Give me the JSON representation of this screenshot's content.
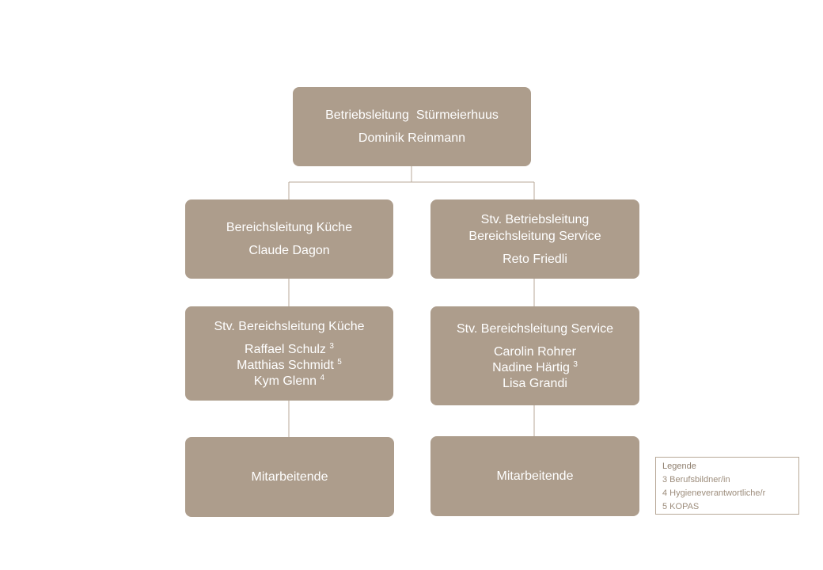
{
  "org_chart": {
    "top": {
      "title": "Betriebsleitung  Stürmeierhuus",
      "person": "Dominik Reinmann"
    },
    "left_head": {
      "title": "Bereichsleitung Küche",
      "person": "Claude Dagon"
    },
    "right_head": {
      "title_line1": "Stv. Betriebsleitung",
      "title_line2": "Bereichsleitung Service",
      "person": "Reto Friedli"
    },
    "left_deputy": {
      "title": "Stv. Bereichsleitung Küche",
      "persons": [
        {
          "name": "Raffael Schulz",
          "note": "3"
        },
        {
          "name": "Matthias Schmidt",
          "note": "5"
        },
        {
          "name": "Kym Glenn",
          "note": "4"
        }
      ]
    },
    "right_deputy": {
      "title": "Stv. Bereichsleitung Service",
      "persons": [
        {
          "name": "Carolin Rohrer",
          "note": ""
        },
        {
          "name": "Nadine Härtig",
          "note": "3"
        },
        {
          "name": "Lisa Grandi",
          "note": ""
        }
      ]
    },
    "left_staff": {
      "title": "Mitarbeitende"
    },
    "right_staff": {
      "title": "Mitarbeitende"
    }
  },
  "legend": {
    "title": "Legende",
    "items": [
      "3 Berufsbildner/in",
      "4 Hygieneverantwortliche/r",
      "5 KOPAS"
    ]
  },
  "colors": {
    "box_fill": "#ad9d8c",
    "box_text": "#ffffff",
    "connector": "#b9aa9a",
    "legend_border": "#b8a998",
    "legend_text": "#9d8d7c"
  }
}
